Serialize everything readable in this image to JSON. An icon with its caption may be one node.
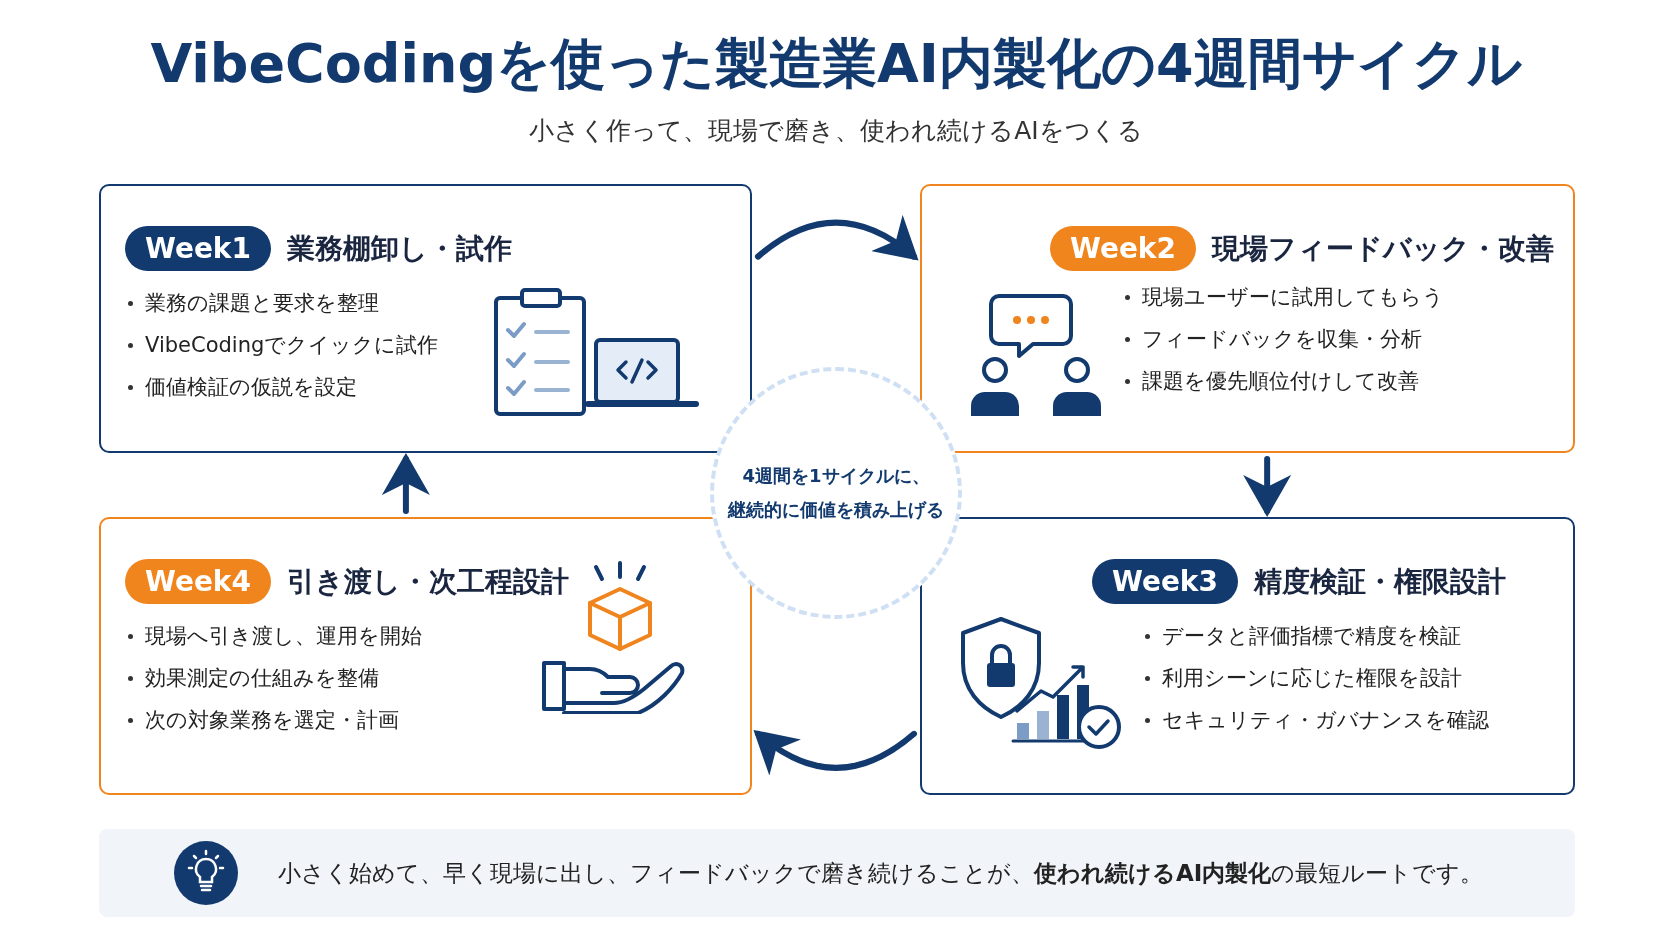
{
  "diagram": {
    "title": "VibeCodingを使った製造業AI内製化の4週間サイクル",
    "nodes": [
      {
        "text": [
          "Week1",
          "業務棚卸し・試作",
          "業務の課題と要求を整理",
          "VibeCodingでクイックに試作",
          "価値検証の仮説を設定"
        ]
      },
      {
        "text": [
          "Week2",
          "現場フィードバック・改善",
          "現場ユーザーに試用してもらう",
          "フィードバックを収集・分析",
          "課題を優先順位付けして改善"
        ]
      },
      {
        "text": [
          "Week3",
          "精度検証・権限設計",
          "データと評価指標で精度を検証",
          "利用シーンに応じた権限を設計",
          "セキュリティ・ガバナンスを確認"
        ]
      },
      {
        "text": [
          "Week4",
          "引き渡し・次工程設計",
          "現場へ引き渡し、運用を開始",
          "効果測定の仕組みを整備",
          "次の対象業務を選定・計画"
        ]
      },
      {
        "text": [
          "4週間を1サイクルに、継続的に価値を積み上げる"
        ]
      },
      {
        "text": [
          "小さく始めて、早く現場に出し、フィードバックで磨き続けることが、**使われ続けるAI内製化**の最短ルートです。"
        ]
      }
    ],
    "edges": [
      {
        "from": 0,
        "to": 1,
        "arrow": "to"
      },
      {
        "from": 1,
        "to": 2,
        "arrow": "to"
      },
      {
        "from": 2,
        "to": 3,
        "arrow": "to"
      },
      {
        "from": 3,
        "to": 0,
        "arrow": "to"
      }
    ],
    "labels": [
      "小さく作って、現場で磨き、使われ続けるAIをつくる"
    ]
  }
}
